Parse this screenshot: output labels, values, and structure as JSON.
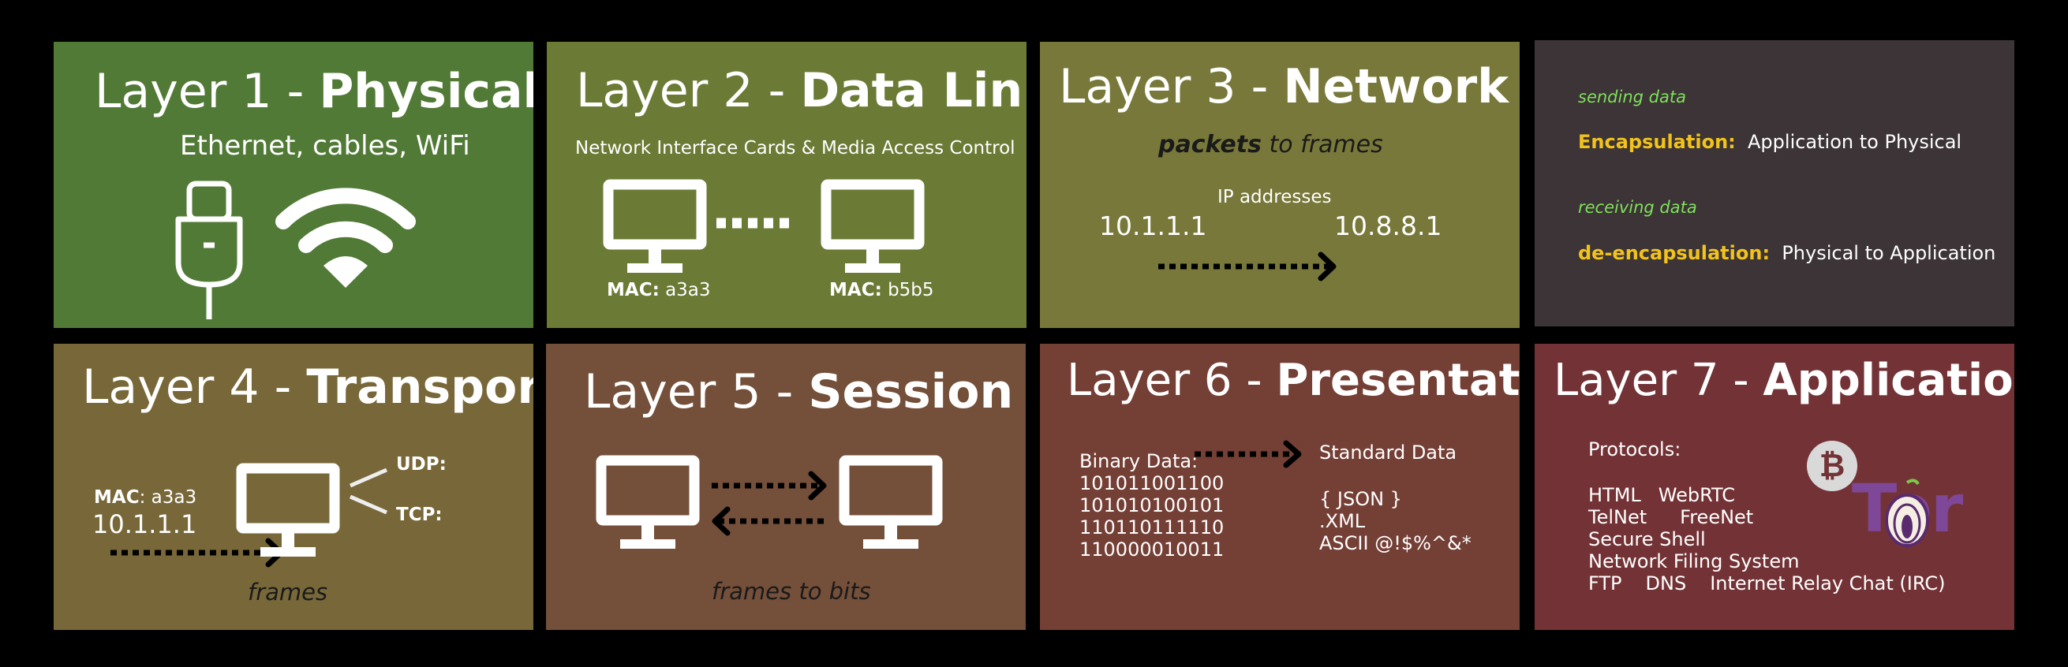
{
  "colors": {
    "layer1": "#527a37",
    "layer2": "#6b7b35",
    "layer3": "#78783a",
    "info": "#3c3436",
    "layer4": "#786839",
    "layer5": "#744f39",
    "layer6": "#743f35",
    "layer7": "#733336",
    "green_text": "#7ee05a",
    "yellow_text": "#f2c31b",
    "tor_purple": "#7e4798"
  },
  "layer1": {
    "title_prefix": "Layer 1 - ",
    "title_bold": "Physical",
    "subtitle": "Ethernet, cables, WiFi",
    "icons": [
      "ethernet-plug-icon",
      "wifi-icon"
    ]
  },
  "layer2": {
    "title_prefix": "Layer 2 - ",
    "title_bold": "Data Link",
    "subtitle": "Network Interface Cards & Media Access Control",
    "mac_label": "MAC:",
    "mac_a": "a3a3",
    "mac_b": "b5b5"
  },
  "layer3": {
    "title_prefix": "Layer 3 - ",
    "title_bold": "Network",
    "packets_bold": "packets",
    "packets_rest": " to frames",
    "ip_label": "IP addresses",
    "ip_a": "10.1.1.1",
    "ip_b": "10.8.8.1"
  },
  "info": {
    "sending": "sending data",
    "encap_label": "Encapsulation:",
    "encap_value": "Application to Physical",
    "receiving": "receiving data",
    "decap_label": "de-encapsulation:",
    "decap_value": "Physical to Application"
  },
  "layer4": {
    "title_prefix": "Layer 4 - ",
    "title_bold": "Transport",
    "mac_label": "MAC",
    "mac_value": ": a3a3",
    "ip": "10.1.1.1",
    "udp": "UDP:",
    "tcp": "TCP:",
    "caption": "frames"
  },
  "layer5": {
    "title_prefix": "Layer 5 - ",
    "title_bold": "Session",
    "caption": "frames to bits"
  },
  "layer6": {
    "title_prefix": "Layer 6 - ",
    "title_bold": "Presentation",
    "binary_label": "Binary Data:",
    "binary": [
      "101011001100",
      "101010100101",
      "110110111110",
      "110000010011"
    ],
    "standard_label": "Standard Data",
    "formats": [
      "{ JSON }",
      ".XML",
      "ASCII  @!$%^&*"
    ]
  },
  "layer7": {
    "title_prefix": "Layer 7 - ",
    "title_bold": "Application",
    "protocols_label": "Protocols:",
    "rows": [
      [
        "HTML",
        "WebRTC"
      ],
      [
        "TelNet",
        "FreeNet"
      ],
      [
        "Secure Shell"
      ],
      [
        "Network Filing System"
      ],
      [
        "FTP",
        "DNS",
        "Internet Relay Chat (IRC)"
      ]
    ],
    "bitcoin_symbol": "₿",
    "tor_logo": "Tor"
  }
}
